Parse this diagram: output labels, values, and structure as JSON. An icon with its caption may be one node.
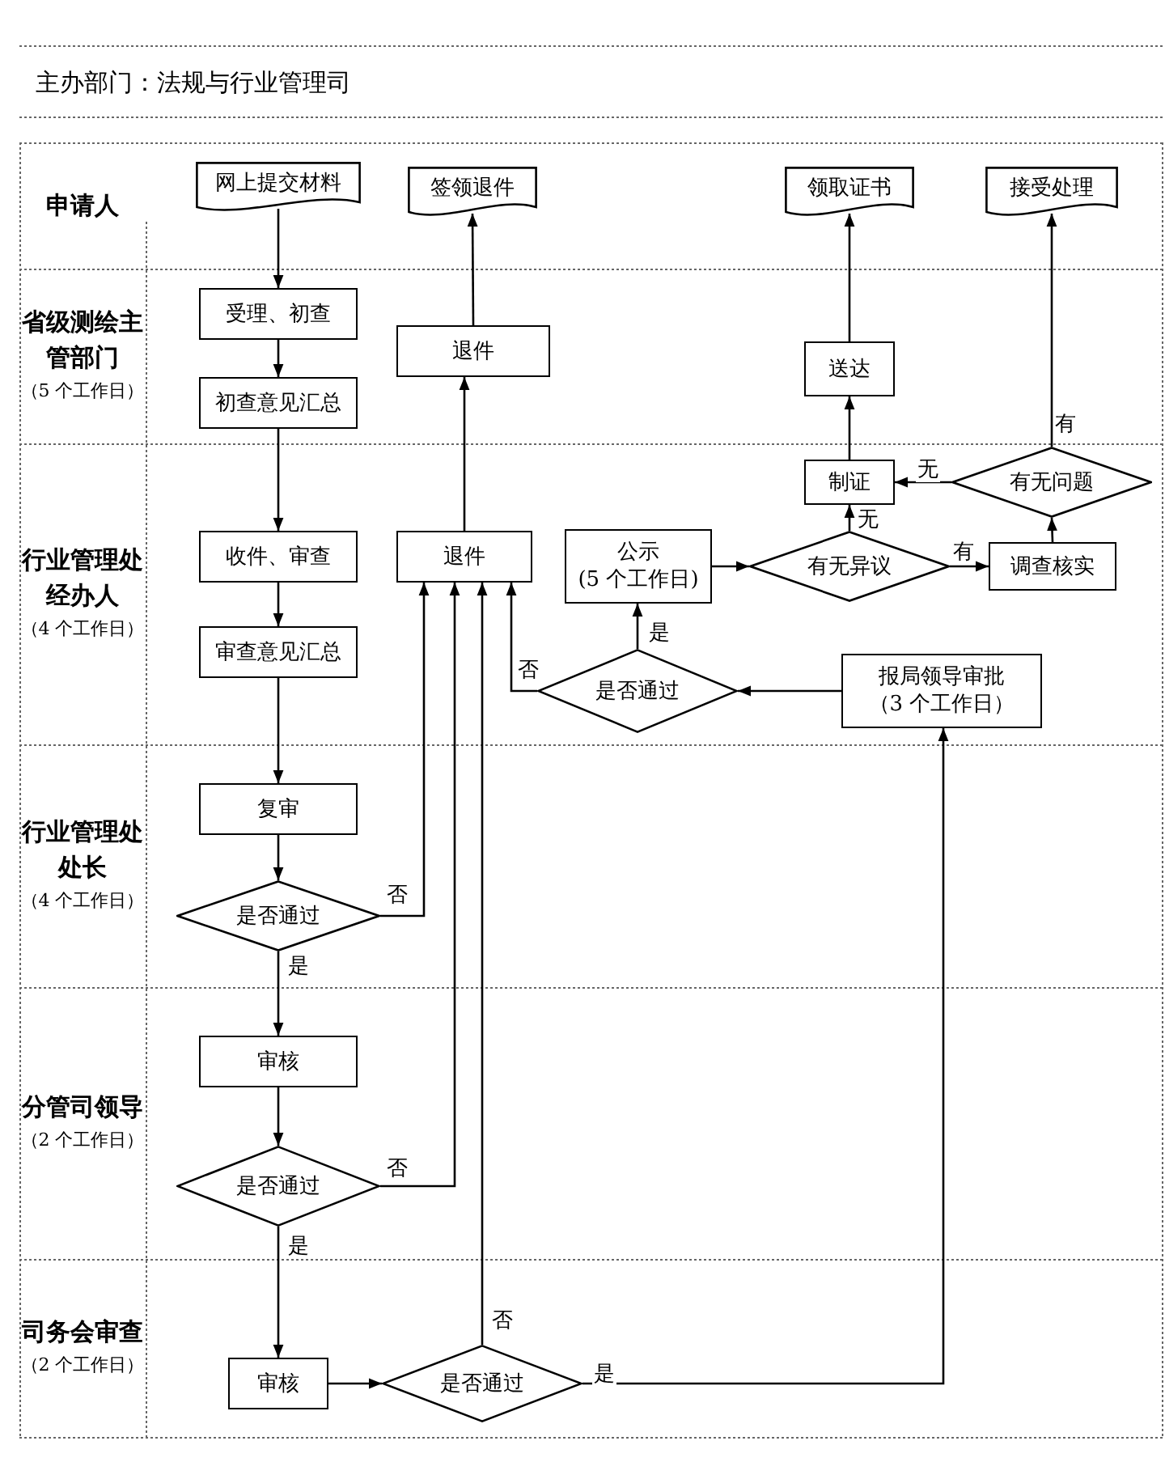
{
  "diagram": {
    "title": "主办部门：法规与行业管理司",
    "nodes": [
      {
        "text": [
          "申请人"
        ]
      },
      {
        "text": [
          "省级测绘主管部门",
          "（5 个工作日）"
        ]
      },
      {
        "text": [
          "行业管理处经办人",
          "（4 个工作日）"
        ]
      },
      {
        "text": [
          "行业管理处处长",
          "（4 个工作日）"
        ]
      },
      {
        "text": [
          "分管司领导",
          "（2 个工作日）"
        ]
      },
      {
        "text": [
          "司务会审查",
          "（2 个工作日）"
        ]
      },
      {
        "text": [
          "网上提交材料"
        ],
        "in": 0
      },
      {
        "text": [
          "签领退件"
        ],
        "in": 0
      },
      {
        "text": [
          "领取证书"
        ],
        "in": 0
      },
      {
        "text": [
          "接受处理"
        ],
        "in": 0
      },
      {
        "text": [
          "受理、初查"
        ],
        "in": 1
      },
      {
        "text": [
          "初查意见汇总"
        ],
        "in": 1
      },
      {
        "text": [
          "退件"
        ],
        "in": 1
      },
      {
        "text": [
          "送达"
        ],
        "in": 1
      },
      {
        "text": [
          "收件、审查"
        ],
        "in": 2
      },
      {
        "text": [
          "审查意见汇总"
        ],
        "in": 2
      },
      {
        "text": [
          "退件"
        ],
        "in": 2
      },
      {
        "text": [
          "公示",
          "(5 个工作日)"
        ],
        "in": 2
      },
      {
        "text": [
          "有无异议"
        ],
        "in": 2
      },
      {
        "text": [
          "制证"
        ],
        "in": 2
      },
      {
        "text": [
          "有无问题"
        ],
        "in": 2
      },
      {
        "text": [
          "调查核实"
        ],
        "in": 2
      },
      {
        "text": [
          "是否通过"
        ],
        "in": 2
      },
      {
        "text": [
          "报局领导审批",
          "（3 个工作日）"
        ],
        "in": 2
      },
      {
        "text": [
          "复审"
        ],
        "in": 3
      },
      {
        "text": [
          "是否通过"
        ],
        "in": 3
      },
      {
        "text": [
          "审核"
        ],
        "in": 4
      },
      {
        "text": [
          "是否通过"
        ],
        "in": 4
      },
      {
        "text": [
          "审核"
        ],
        "in": 5
      },
      {
        "text": [
          "是否通过"
        ],
        "in": 5
      }
    ],
    "edges": [
      {
        "from": 6,
        "to": 10,
        "arrow": "to"
      },
      {
        "from": 10,
        "to": 11,
        "arrow": "to"
      },
      {
        "from": 11,
        "to": 14,
        "arrow": "to"
      },
      {
        "from": 14,
        "to": 15,
        "arrow": "to"
      },
      {
        "from": 15,
        "to": 24,
        "arrow": "to"
      },
      {
        "from": 24,
        "to": 25,
        "arrow": "to"
      },
      {
        "from": 25,
        "to": 26,
        "arrow": "to",
        "label": "是"
      },
      {
        "from": 26,
        "to": 27,
        "arrow": "to"
      },
      {
        "from": 27,
        "to": 28,
        "arrow": "to",
        "label": "是"
      },
      {
        "from": 28,
        "to": 29,
        "arrow": "to"
      },
      {
        "from": 29,
        "to": 23,
        "arrow": "to",
        "label": "是"
      },
      {
        "from": 29,
        "to": 16,
        "arrow": "to",
        "label": "否"
      },
      {
        "from": 25,
        "to": 16,
        "arrow": "to",
        "label": "否"
      },
      {
        "from": 27,
        "to": 16,
        "arrow": "to",
        "label": "否"
      },
      {
        "from": 23,
        "to": 22,
        "arrow": "to"
      },
      {
        "from": 22,
        "to": 16,
        "arrow": "to",
        "label": "否"
      },
      {
        "from": 22,
        "to": 17,
        "arrow": "to",
        "label": "是"
      },
      {
        "from": 17,
        "to": 18,
        "arrow": "to"
      },
      {
        "from": 18,
        "to": 19,
        "arrow": "to",
        "label": "无"
      },
      {
        "from": 18,
        "to": 21,
        "arrow": "to",
        "label": "有"
      },
      {
        "from": 21,
        "to": 20,
        "arrow": "to"
      },
      {
        "from": 20,
        "to": 19,
        "arrow": "to",
        "label": "无"
      },
      {
        "from": 20,
        "to": 9,
        "arrow": "to",
        "label": "有"
      },
      {
        "from": 19,
        "to": 13,
        "arrow": "to"
      },
      {
        "from": 13,
        "to": 8,
        "arrow": "to"
      },
      {
        "from": 16,
        "to": 12,
        "arrow": "to"
      },
      {
        "from": 12,
        "to": 7,
        "arrow": "to"
      }
    ]
  }
}
